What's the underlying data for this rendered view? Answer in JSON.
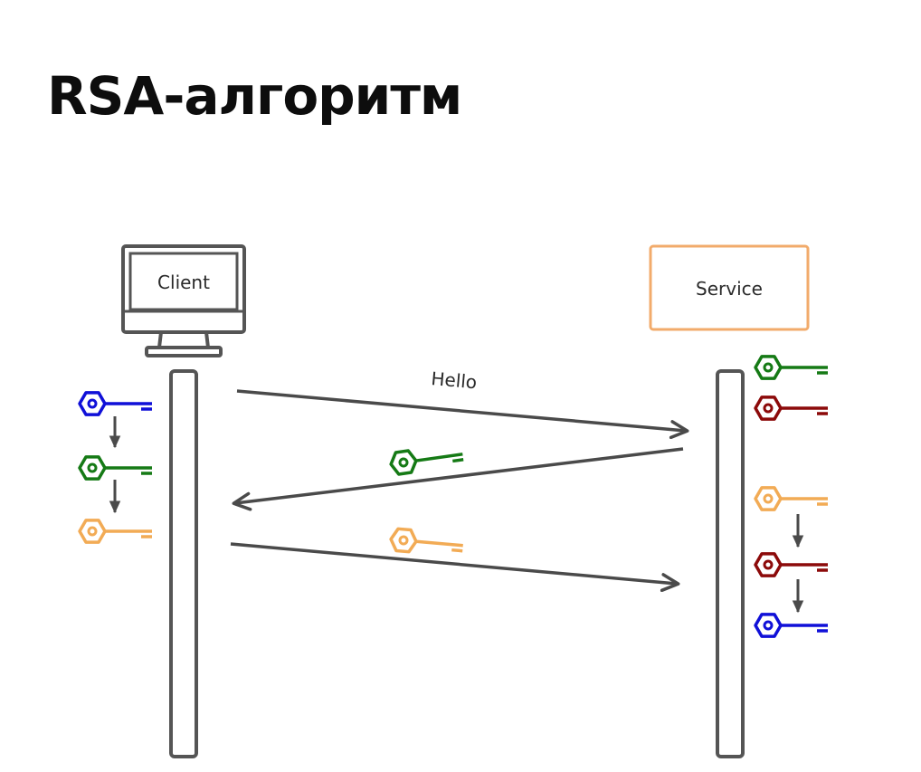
{
  "title": "RSA-алгоритм",
  "client": {
    "label": "Client"
  },
  "service": {
    "label": "Service"
  },
  "messages": [
    {
      "label": "Hello",
      "from": "client",
      "to": "service"
    },
    {
      "label": "",
      "from": "service",
      "to": "client",
      "carries_key": "green"
    },
    {
      "label": "",
      "from": "client",
      "to": "service",
      "carries_key": "orange"
    }
  ],
  "colors": {
    "blue_key": "#1010d8",
    "green_key": "#157a15",
    "orange_key": "#f2ab55",
    "red_key": "#8c0a0a",
    "lifeline": "#555555",
    "service_box": "#f2ab6b",
    "arrow": "#4a4a4a"
  },
  "client_keys": [
    "blue_key",
    "green_key",
    "orange_key"
  ],
  "service_keys": [
    "green_key",
    "red_key",
    "orange_key",
    "red_key",
    "blue_key"
  ]
}
